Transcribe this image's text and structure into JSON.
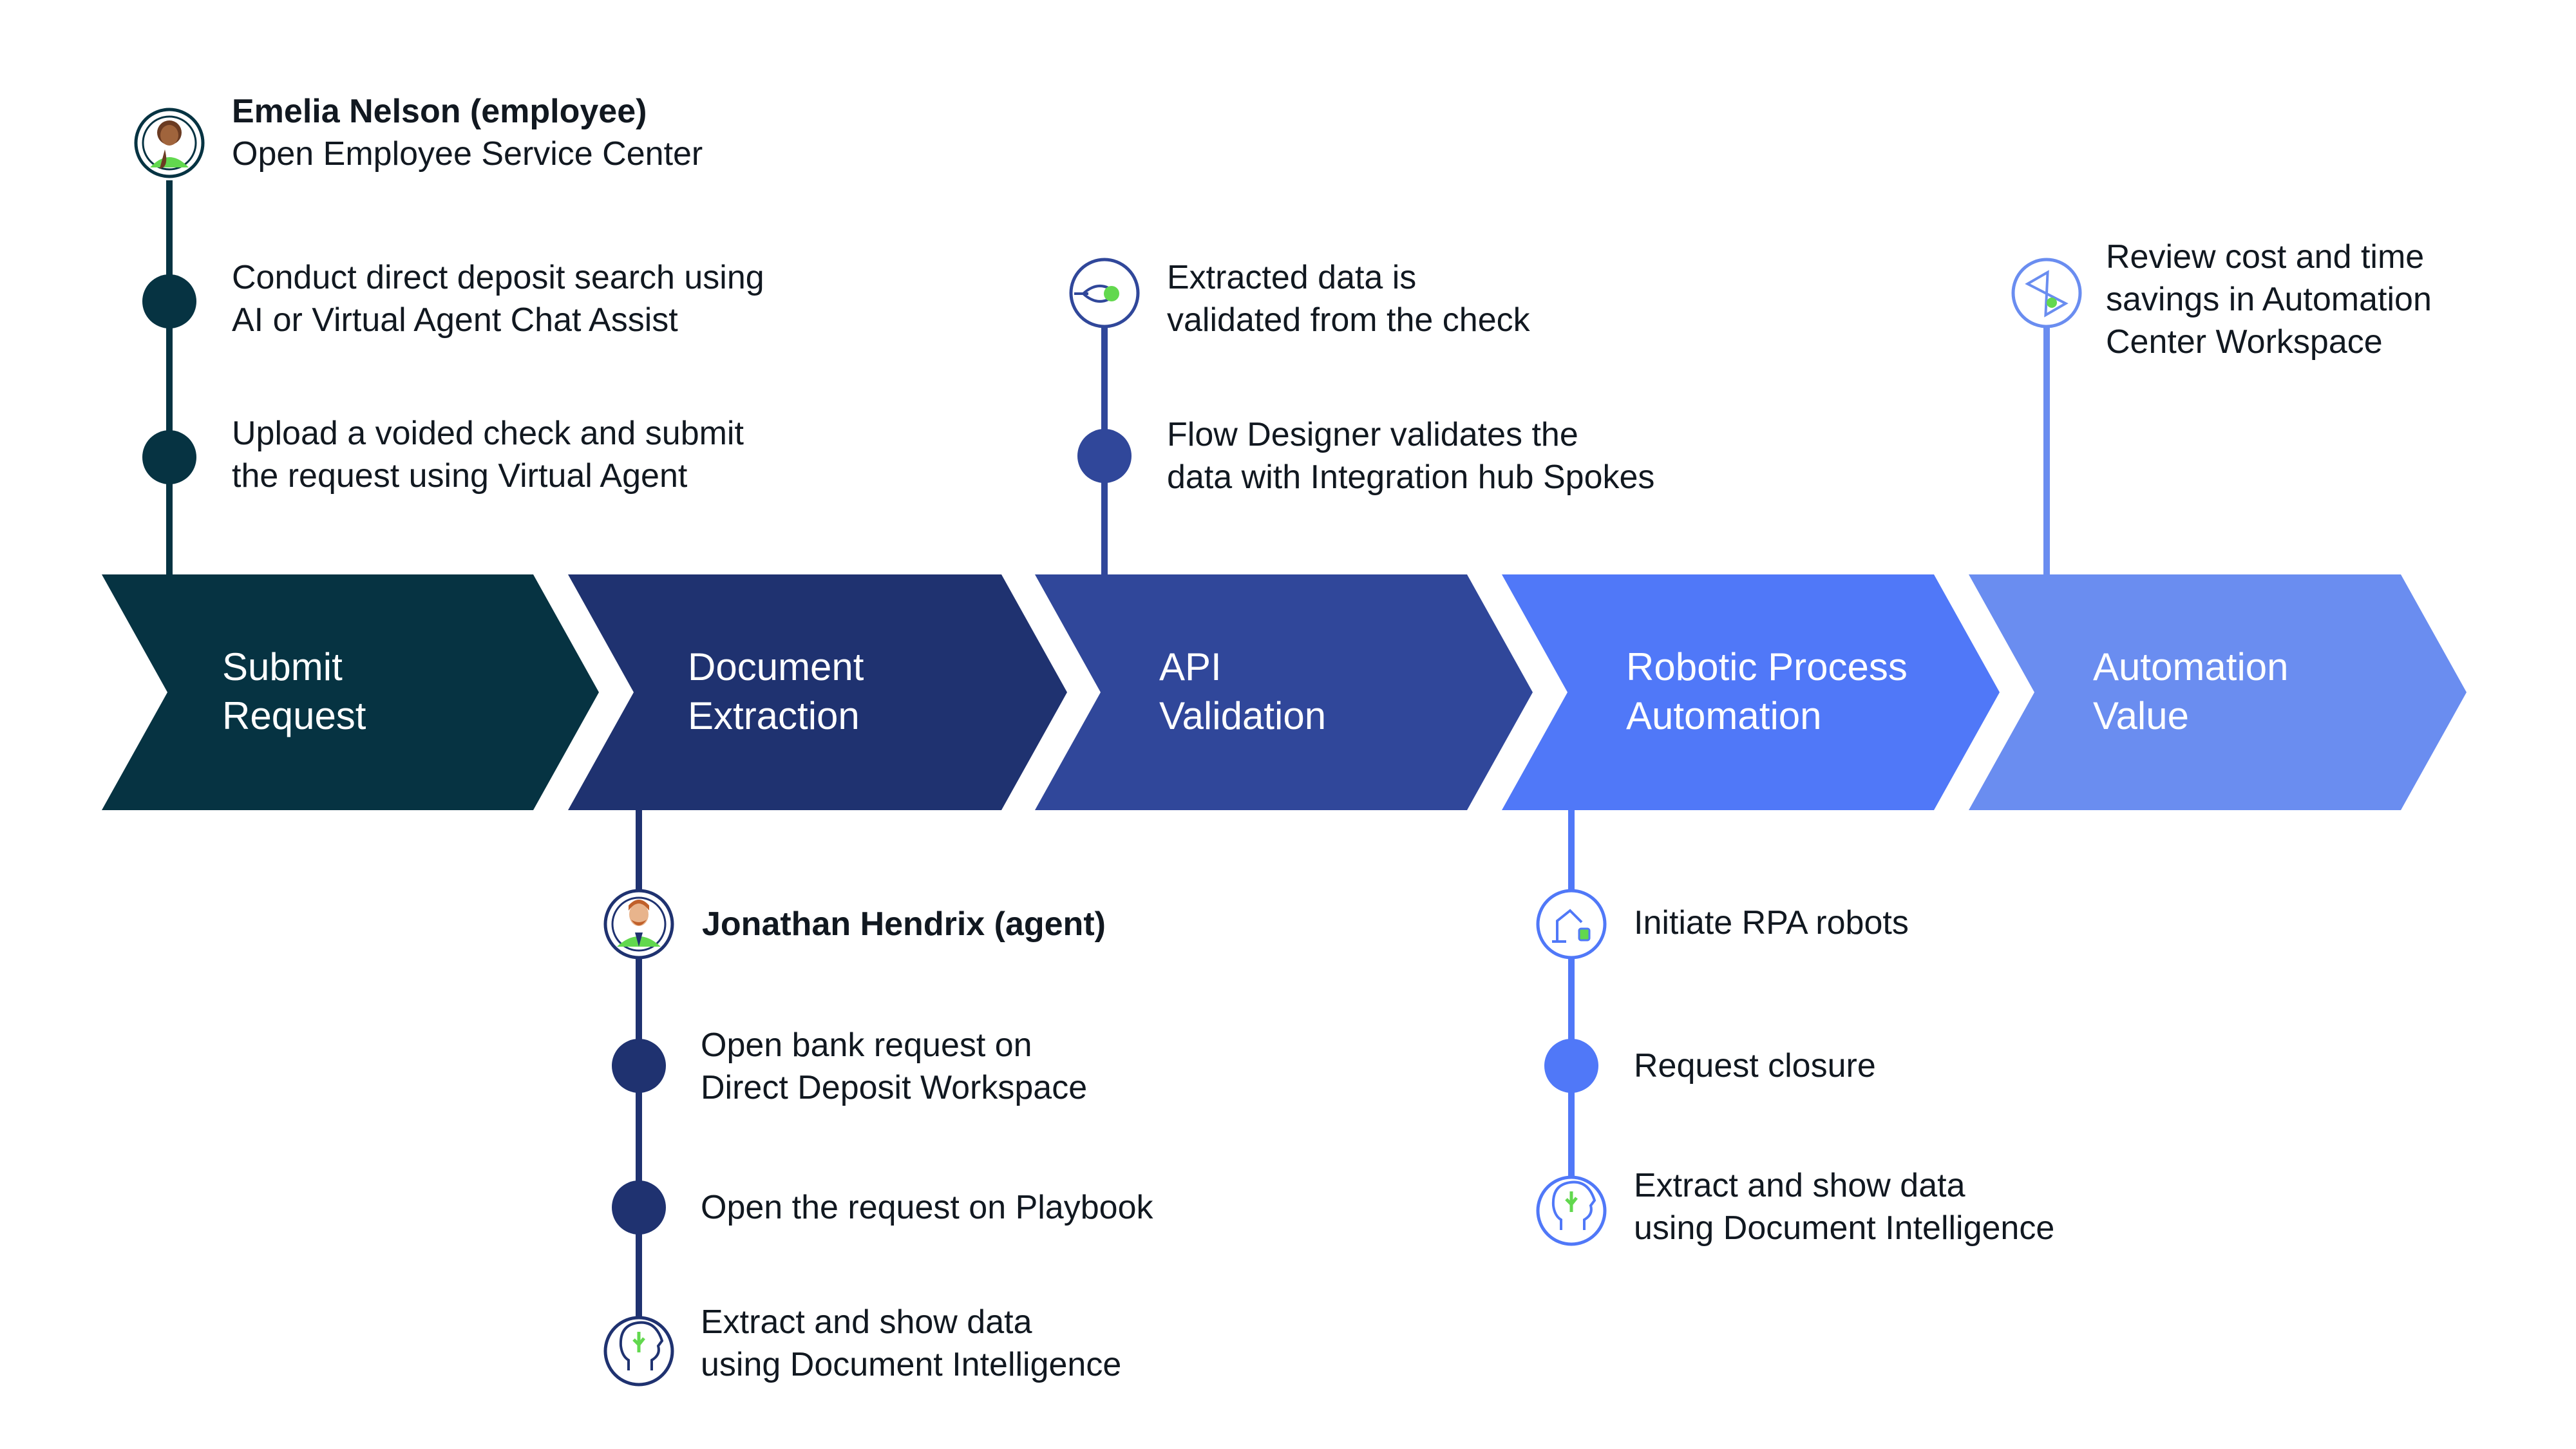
{
  "colors": {
    "submit": "#063342",
    "document": "#1f3270",
    "api": "#30479a",
    "rpa": "#5078f8",
    "value": "#6a8df0",
    "icon_green": "#62d84e",
    "text": "#111820"
  },
  "stages": [
    {
      "id": "submit",
      "lines": [
        "Submit",
        "Request"
      ]
    },
    {
      "id": "document",
      "lines": [
        "Document",
        "Extraction"
      ]
    },
    {
      "id": "api",
      "lines": [
        "API",
        "Validation"
      ]
    },
    {
      "id": "rpa",
      "lines": [
        "Robotic Process",
        "Automation"
      ]
    },
    {
      "id": "value",
      "lines": [
        "Automation",
        "Value"
      ]
    }
  ],
  "steps": {
    "submit": {
      "person_name": "Emelia Nelson (employee)",
      "person_action": "Open Employee Service Center",
      "items": [
        {
          "lines": [
            "Conduct direct deposit search using",
            "AI or Virtual Agent Chat Assist"
          ]
        },
        {
          "lines": [
            "Upload a voided check and submit",
            "the request using Virtual Agent"
          ]
        }
      ]
    },
    "document": {
      "person_name": "Jonathan Hendrix (agent)",
      "items": [
        {
          "lines": [
            "Open bank request on",
            "Direct Deposit Workspace"
          ]
        },
        {
          "lines": [
            "Open the request on Playbook"
          ]
        },
        {
          "lines": [
            "Extract and show data",
            "using Document Intelligence"
          ],
          "icon": "brain-head-icon"
        }
      ]
    },
    "api": {
      "items": [
        {
          "lines": [
            "Extracted data is",
            "validated from the check"
          ],
          "icon": "magnify-check-icon"
        },
        {
          "lines": [
            "Flow Designer validates the",
            "data with Integration hub Spokes"
          ]
        }
      ]
    },
    "rpa": {
      "items": [
        {
          "lines": [
            "Initiate RPA robots"
          ],
          "icon": "robot-arm-icon"
        },
        {
          "lines": [
            "Request closure"
          ]
        },
        {
          "lines": [
            "Extract and show data",
            "using Document Intelligence"
          ],
          "icon": "brain-head-icon"
        }
      ]
    },
    "value": {
      "items": [
        {
          "lines": [
            "Review cost and time",
            "savings in Automation",
            "Center Workspace"
          ],
          "icon": "hourglass-icon"
        }
      ]
    }
  }
}
